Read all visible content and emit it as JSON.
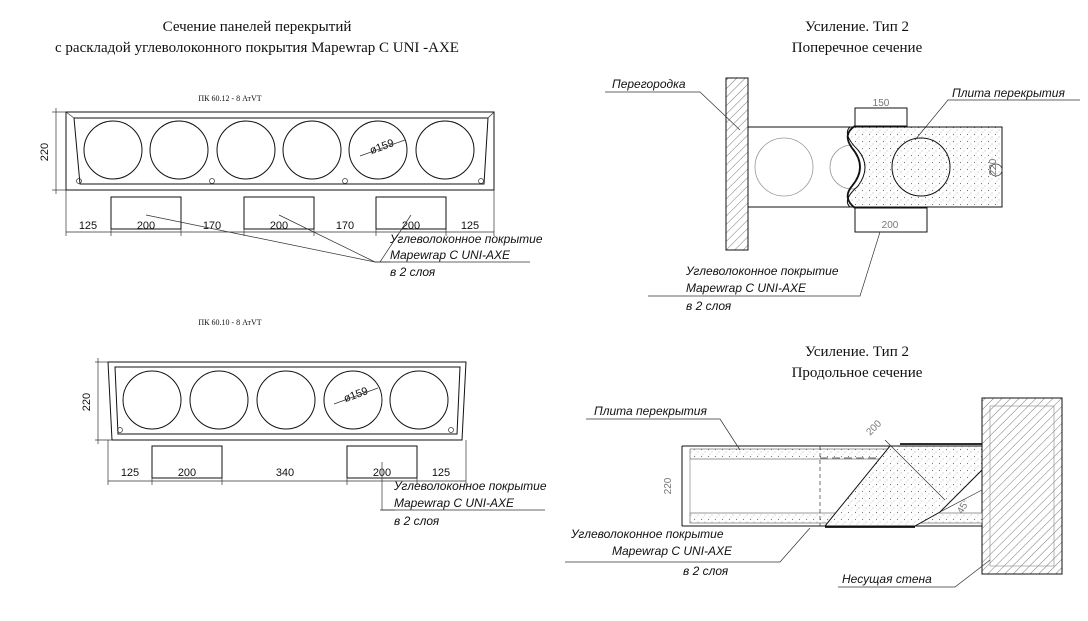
{
  "left_title": {
    "line1": "Сечение панелей перекрытий",
    "line2": "с раскладой углеволоконного покрытия Mapewrap C UNI -AXE"
  },
  "panel1": {
    "code": "ПК 60.12 - 8 АтVT",
    "height": "220",
    "diameter": "ø159",
    "dims": [
      "125",
      "200",
      "170",
      "200",
      "170",
      "200",
      "125"
    ]
  },
  "panel2": {
    "code": "ПК 60.10 - 8 АтVT",
    "height": "220",
    "diameter": "ø159",
    "dims": [
      "125",
      "200",
      "340",
      "200",
      "125"
    ]
  },
  "coating_note": {
    "line1": "Углеволоконное покрытие",
    "line2": "Mapewrap C UNI-AXE",
    "line3": "в 2 слоя"
  },
  "cross_section": {
    "title1": "Усиление. Тип 2",
    "title2": "Поперечное сечение",
    "partition": "Перегородка",
    "slab": "Плита перекрытия",
    "dim_top": "150",
    "dim_bottom": "200",
    "dim_height": "220",
    "note1": "Углеволоконное покрытие",
    "note2": "Mapewrap C UNI-AXE",
    "note3": "в 2 слоя"
  },
  "long_section": {
    "title1": "Усиление. Тип 2",
    "title2": "Продольное сечение",
    "slab": "Плита перекрытия",
    "dim_height": "220",
    "dim_diag1": "200",
    "dim_diag2": "45°",
    "note1": "Углеволоконное покрытие",
    "note2": "Mapewrap C UNI-AXE",
    "note3": "в 2 слоя",
    "wall": "Несущая стена"
  }
}
